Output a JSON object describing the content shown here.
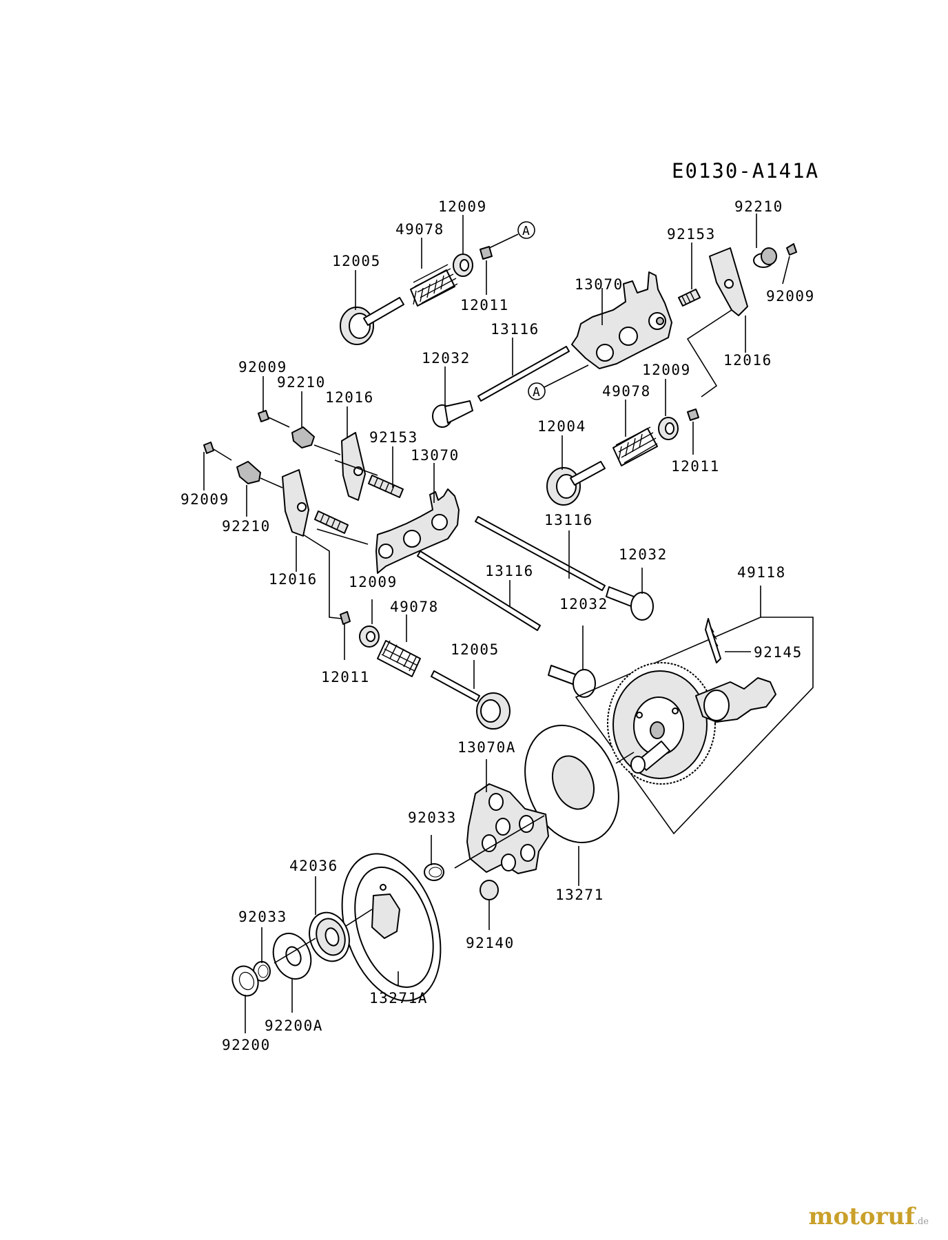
{
  "diagram": {
    "code": "E0130-A141A",
    "ref_marker": "A",
    "labels": {
      "p12009_top": "12009",
      "p49078_top": "49078",
      "p12005_top": "12005",
      "p12011_top": "12011",
      "p92210_tr": "92210",
      "p92153_tr": "92153",
      "p92009_tr": "92009",
      "p13070_top": "13070",
      "p12016_tr": "12016",
      "p13116_top": "13116",
      "p12032_top": "12032",
      "p12009_mid": "12009",
      "p49078_mid": "49078",
      "p12004": "12004",
      "p12011_mid": "12011",
      "p92009_l1": "92009",
      "p92210_l1": "92210",
      "p12016_l1": "12016",
      "p92153_l": "92153",
      "p13070_l": "13070",
      "p92009_l2": "92009",
      "p92210_l2": "92210",
      "p12016_l2": "12016",
      "p13116_mid": "13116",
      "p12032_mid": "12032",
      "p13116_low": "13116",
      "p12032_low": "12032",
      "p12009_low": "12009",
      "p49078_low": "49078",
      "p12005_low": "12005",
      "p12011_low": "12011",
      "p49118": "49118",
      "p92145": "92145",
      "p13070A": "13070A",
      "p92033_mid": "92033",
      "p42036": "42036",
      "p92033_low": "92033",
      "p13271": "13271",
      "p92140": "92140",
      "p13271A": "13271A",
      "p92200A": "92200A",
      "p92200": "92200"
    }
  },
  "watermark": {
    "brand": "motoruf",
    "tld": ".de"
  }
}
